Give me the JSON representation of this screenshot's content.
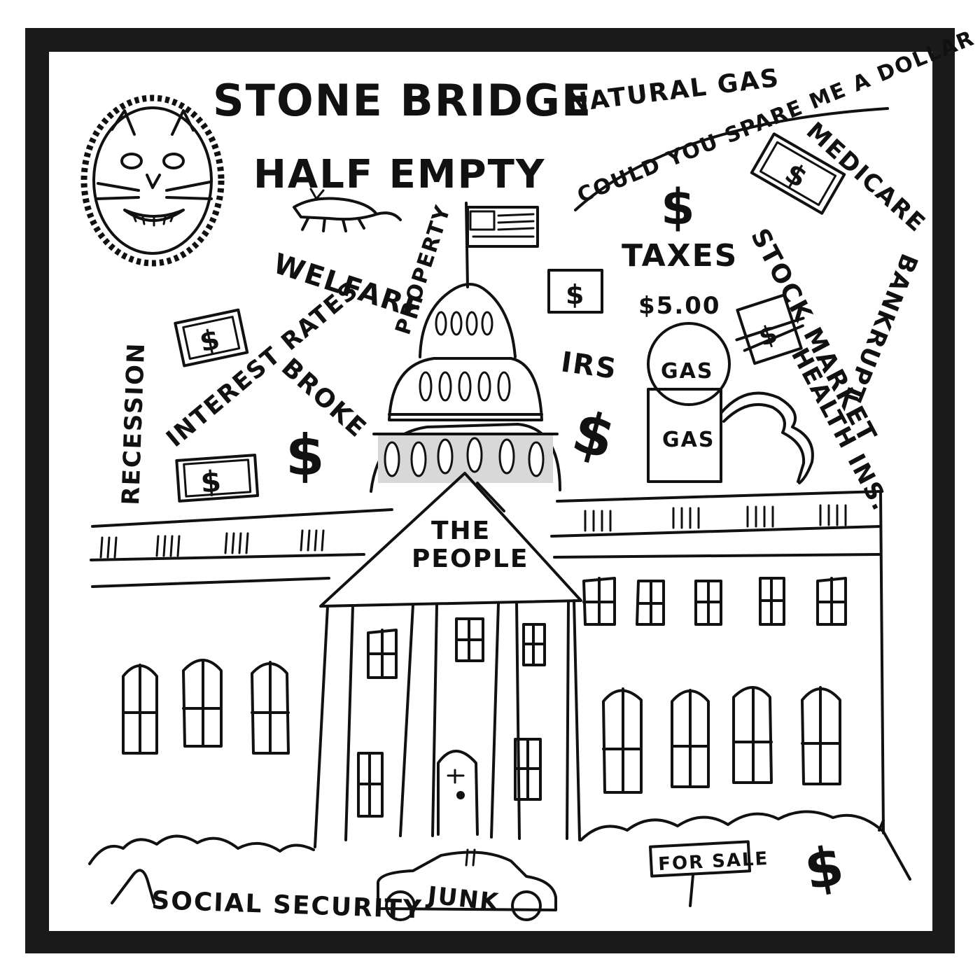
{
  "colors": {
    "frame": "#1a1a1a",
    "paper": "#ffffff",
    "ink": "#111111",
    "shade": "#d8d8d8"
  },
  "icons": [
    "cat-face-icon",
    "rat-icon",
    "flag-icon",
    "dollar-bill-icon",
    "dollar-sign-icon",
    "gas-pump-icon",
    "car-icon",
    "for-sale-sign-icon"
  ],
  "labels": {
    "title": "STONE BRIDGE",
    "subtitle": "HALF EMPTY",
    "natural_gas": "NATURAL GAS",
    "spare_dollar": "COULD YOU SPARE ME A DOLLAR",
    "medicare": "MEDICARE",
    "bankrupt": "BANKRUPT",
    "taxes": "TAXES",
    "price": "$5.00",
    "stock_market": "STOCK MARKET",
    "health_ins": "HEALTH INS.",
    "welfare": "WELFARE",
    "property": "PROPERTY",
    "irs": "IRS",
    "gas_top": "GAS",
    "gas_bottom": "GAS",
    "interest_rates": "INTEREST RATES",
    "broke": "BROKE",
    "recession": "RECESSION",
    "the": "THE",
    "people": "PEOPLE",
    "social_security": "SOCIAL SECURITY",
    "junk": "JUNK",
    "for_sale": "FOR SALE",
    "dollar": "$"
  }
}
